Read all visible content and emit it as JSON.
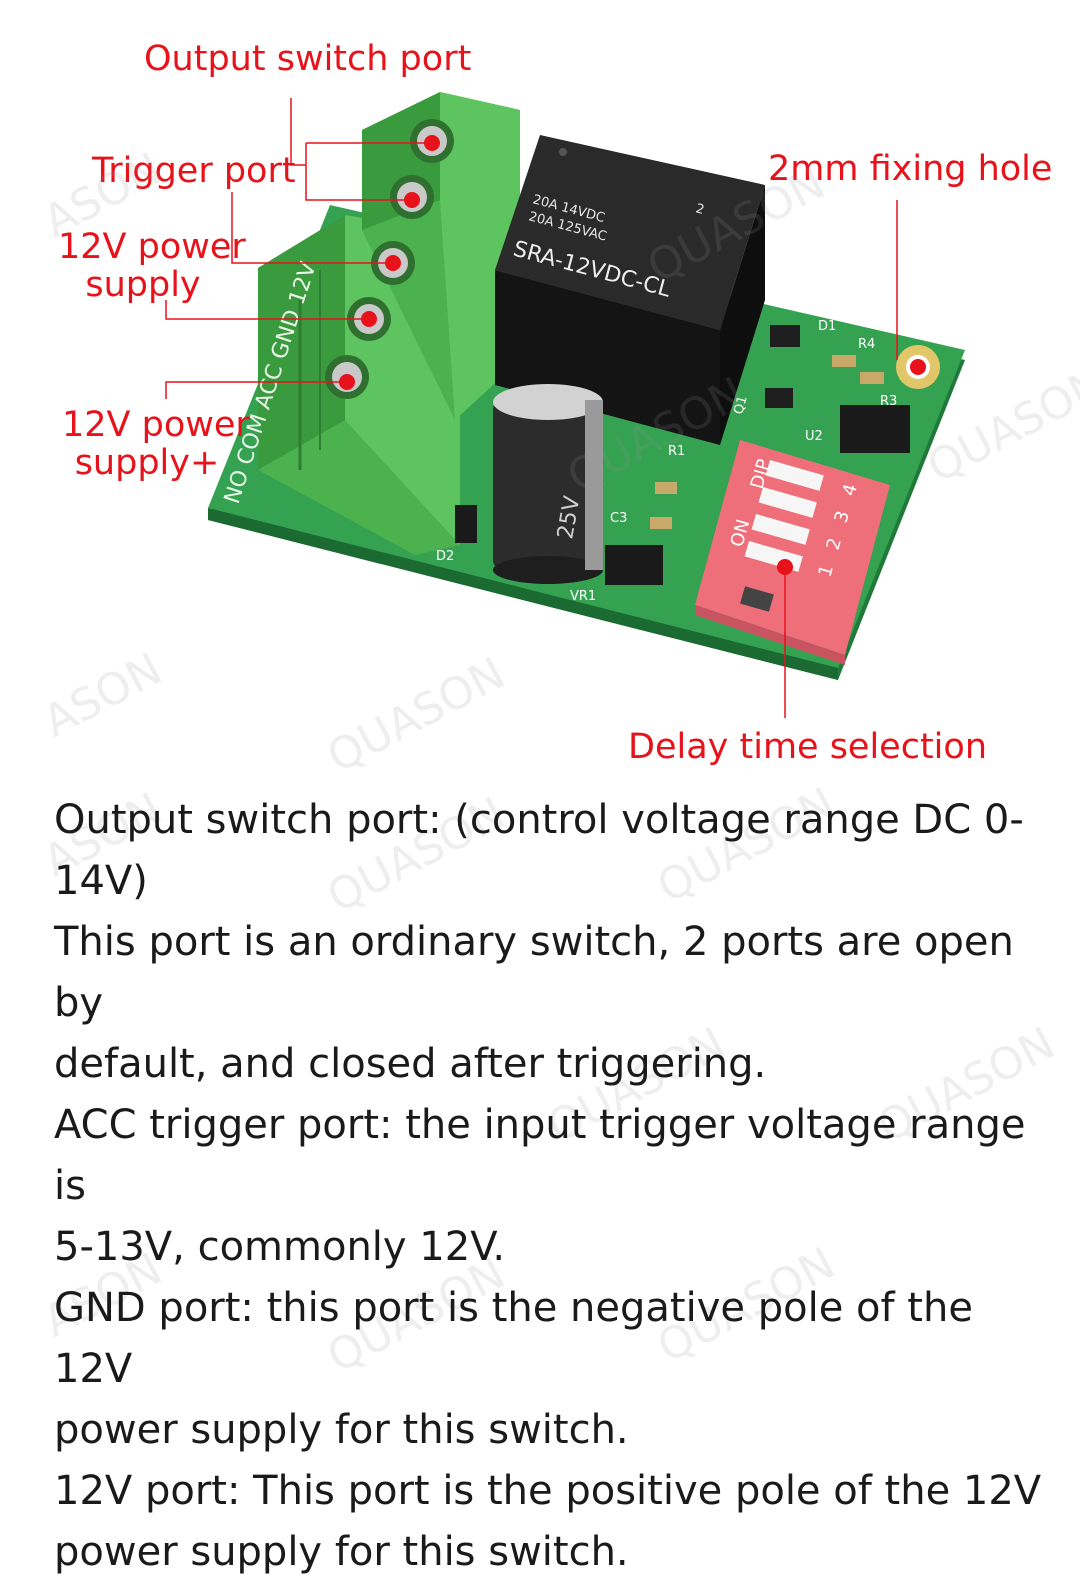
{
  "callouts": {
    "output_switch_port": "Output switch port",
    "trigger_port": "Trigger port",
    "power_minus_line1": "12V power",
    "power_minus_line2": "supply",
    "power_plus_line1": "12V power",
    "power_plus_line2": "supply+",
    "fixing_hole": "2mm fixing hole",
    "delay_time": "Delay time selection"
  },
  "board": {
    "relay_line1": "20A 14VDC",
    "relay_line2": "20A 125VAC",
    "relay_model": "SRA-12VDC-CL",
    "relay_num": "2",
    "terminal_labels": "NO COM ACC GND 12V",
    "cap_text": "25V",
    "dip_on": "ON",
    "dip_dip": "DIP",
    "dip_1": "1",
    "dip_2": "2",
    "dip_3": "3",
    "dip_4": "4",
    "label_d1": "D1",
    "label_d2": "D2",
    "label_r1": "R1",
    "label_r3": "R3",
    "label_r4": "R4",
    "label_u2": "U2",
    "label_c3": "C3",
    "label_vr1": "VR1",
    "label_q1": "Q1"
  },
  "watermarks": [
    "ASON",
    "QUASON",
    "QUASON",
    "ASON",
    "QUASON",
    "QUASON",
    "ASON",
    "QUASON",
    "QUASON",
    "QUASON",
    "QUASON",
    "ASON",
    "QUASON",
    "QUASON"
  ],
  "description": {
    "line1": "Output switch port: (control voltage range DC 0-14V)",
    "line2": "This port is an ordinary switch, 2 ports are open by",
    "line3": "default, and closed after triggering.",
    "line4": "ACC trigger port: the input trigger voltage range is",
    "line5": "5-13V, commonly 12V.",
    "line6": "GND port: this port is the negative pole of the 12V",
    "line7": "power supply for this switch.",
    "line8": "12V port: This port is the positive pole of the 12V",
    "line9": "power supply for this switch."
  },
  "colors": {
    "callout_red": "#e8121b",
    "pcb_green": "#2f9a4a",
    "terminal_green": "#4cb24e",
    "relay_black": "#1c1c1c",
    "dip_pink": "#ee6f7a"
  }
}
